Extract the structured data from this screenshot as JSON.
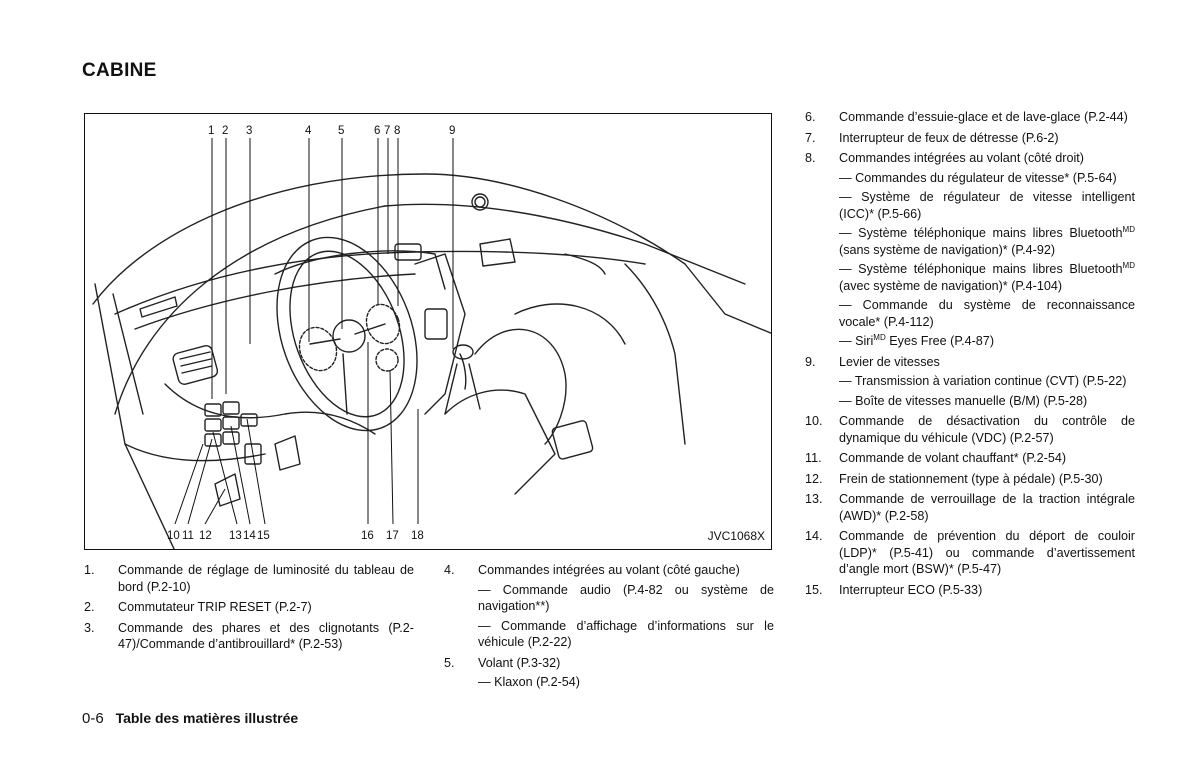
{
  "heading": "CABINE",
  "figure": {
    "code": "JVC1068X",
    "top_numbers": [
      "1",
      "2",
      "3",
      "4",
      "5",
      "6",
      "7",
      "8",
      "9"
    ],
    "bottom_numbers": [
      "10",
      "11",
      "12",
      "13",
      "14",
      "15",
      "16",
      "17",
      "18"
    ]
  },
  "left_column": [
    {
      "n": "1.",
      "t": "Commande de réglage de luminosité du tableau de bord (P.2-10)"
    },
    {
      "n": "2.",
      "t": "Commutateur TRIP RESET (P.2-7)"
    },
    {
      "n": "3.",
      "t": "Commande des phares et des clignotants (P.2-47)/Commande d’antibrouillard* (P.2-53)"
    }
  ],
  "mid_column": {
    "item4": {
      "n": "4.",
      "t": "Commandes intégrées au volant (côté gauche)",
      "s1": "— Commande audio (P.4-82 ou système de navigation**)",
      "s2": "— Commande d’affichage d’informations sur le véhicule (P.2-22)"
    },
    "item5": {
      "n": "5.",
      "t": "Volant (P.3-32)",
      "s1": "— Klaxon (P.2-54)"
    }
  },
  "right_column": {
    "item6": {
      "n": "6.",
      "t": "Commande d’essuie-glace et de lave-glace (P.2-44)"
    },
    "item7": {
      "n": "7.",
      "t": "Interrupteur de feux de détresse (P.6-2)"
    },
    "item8": {
      "n": "8.",
      "t": "Commandes intégrées au volant (côté droit)",
      "s1": "— Commandes du régulateur de vitesse* (P.5-64)",
      "s2": "— Système de régulateur de vitesse intelligent (ICC)* (P.5-66)",
      "s3a": "— Système téléphonique mains libres Bluetooth",
      "s3sup": "MD",
      "s3b": " (sans système de navigation)* (P.4-92)",
      "s4a": "— Système téléphonique mains libres Bluetooth",
      "s4sup": "MD",
      "s4b": " (avec système de navigation)* (P.4-104)",
      "s5": "— Commande du système de reconnaissance vocale* (P.4-112)",
      "s6a": "— Siri",
      "s6sup": "MD",
      "s6b": " Eyes Free (P.4-87)"
    },
    "item9": {
      "n": "9.",
      "t": "Levier de vitesses",
      "s1": "— Transmission à variation continue (CVT) (P.5-22)",
      "s2": "— Boîte de vitesses manuelle (B/M) (P.5-28)"
    },
    "item10": {
      "n": "10.",
      "t": "Commande de désactivation du contrôle de dynamique du véhicule (VDC) (P.2-57)"
    },
    "item11": {
      "n": "11.",
      "t": "Commande de volant chauffant* (P.2-54)"
    },
    "item12": {
      "n": "12.",
      "t": "Frein de stationnement (type à pédale) (P.5-30)"
    },
    "item13": {
      "n": "13.",
      "t": "Commande de verrouillage de la traction intégrale (AWD)* (P.2-58)"
    },
    "item14": {
      "n": "14.",
      "t": "Commande de prévention du déport de couloir (LDP)* (P.5-41) ou commande d’avertissement d’angle mort (BSW)* (P.5-47)"
    },
    "item15": {
      "n": "15.",
      "t": "Interrupteur ECO (P.5-33)"
    }
  },
  "footer": {
    "page": "0-6",
    "title": "Table des matières illustrée"
  }
}
